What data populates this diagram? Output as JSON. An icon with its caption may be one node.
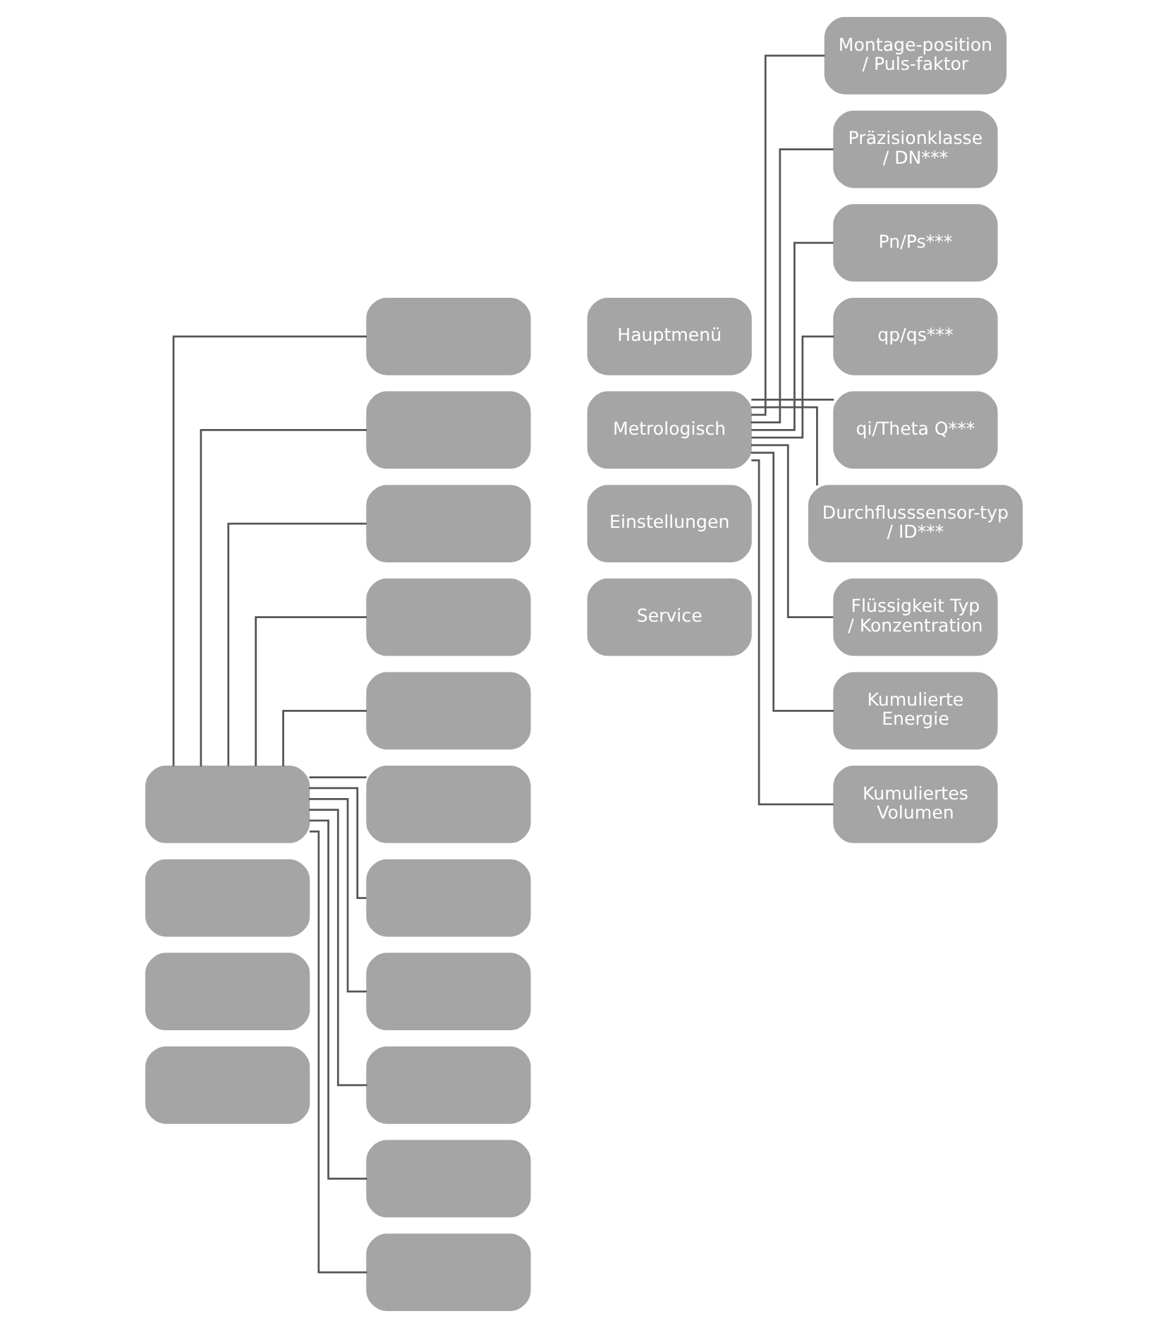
{
  "diagram": {
    "nodes": [
      {
        "text": [],
        "shape": "box"
      },
      {
        "text": [],
        "shape": "box"
      },
      {
        "text": [],
        "shape": "box"
      },
      {
        "text": [],
        "shape": "box"
      },
      {
        "text": [],
        "shape": "box"
      },
      {
        "text": [],
        "shape": "box"
      },
      {
        "text": [],
        "shape": "box"
      },
      {
        "text": [],
        "shape": "box"
      },
      {
        "text": [],
        "shape": "box"
      },
      {
        "text": [],
        "shape": "box"
      },
      {
        "text": [],
        "shape": "box"
      },
      {
        "text": [],
        "shape": "box"
      },
      {
        "text": [],
        "shape": "box"
      },
      {
        "text": [],
        "shape": "box"
      },
      {
        "text": [],
        "shape": "box"
      },
      {
        "text": [
          "Hauptmenü"
        ]
      },
      {
        "text": [
          "Metrologisch"
        ]
      },
      {
        "text": [
          "Einstellungen"
        ]
      },
      {
        "text": [
          "Service"
        ]
      },
      {
        "text": [
          "Montage-position / Puls-faktor"
        ]
      },
      {
        "text": [
          "Präzisionklasse / DN***"
        ]
      },
      {
        "text": [
          "Pn/Ps***"
        ]
      },
      {
        "text": [
          "qp/qs***"
        ]
      },
      {
        "text": [
          "qi/Theta Q***"
        ]
      },
      {
        "text": [
          "Durchflusssensor-typ / ID***"
        ]
      },
      {
        "text": [
          "Flüssigkeit Typ / Konzentration"
        ]
      },
      {
        "text": [
          "Kumulierte Energie"
        ]
      },
      {
        "text": [
          "Kumuliertes Volumen"
        ]
      }
    ],
    "edges": [
      {
        "from": 0,
        "to": 4,
        "arrow": "none"
      },
      {
        "from": 0,
        "to": 5,
        "arrow": "none"
      },
      {
        "from": 0,
        "to": 6,
        "arrow": "none"
      },
      {
        "from": 0,
        "to": 7,
        "arrow": "none"
      },
      {
        "from": 0,
        "to": 8,
        "arrow": "none"
      },
      {
        "from": 0,
        "to": 9,
        "arrow": "none"
      },
      {
        "from": 0,
        "to": 10,
        "arrow": "none"
      },
      {
        "from": 0,
        "to": 11,
        "arrow": "none"
      },
      {
        "from": 0,
        "to": 12,
        "arrow": "none"
      },
      {
        "from": 0,
        "to": 13,
        "arrow": "none"
      },
      {
        "from": 0,
        "to": 14,
        "arrow": "none"
      },
      {
        "from": 16,
        "to": 19,
        "arrow": "none"
      },
      {
        "from": 16,
        "to": 20,
        "arrow": "none"
      },
      {
        "from": 16,
        "to": 21,
        "arrow": "none"
      },
      {
        "from": 16,
        "to": 22,
        "arrow": "none"
      },
      {
        "from": 16,
        "to": 23,
        "arrow": "none"
      },
      {
        "from": 16,
        "to": 24,
        "arrow": "none"
      },
      {
        "from": 16,
        "to": 25,
        "arrow": "none"
      },
      {
        "from": 16,
        "to": 26,
        "arrow": "none"
      },
      {
        "from": 16,
        "to": 27,
        "arrow": "none"
      }
    ]
  }
}
